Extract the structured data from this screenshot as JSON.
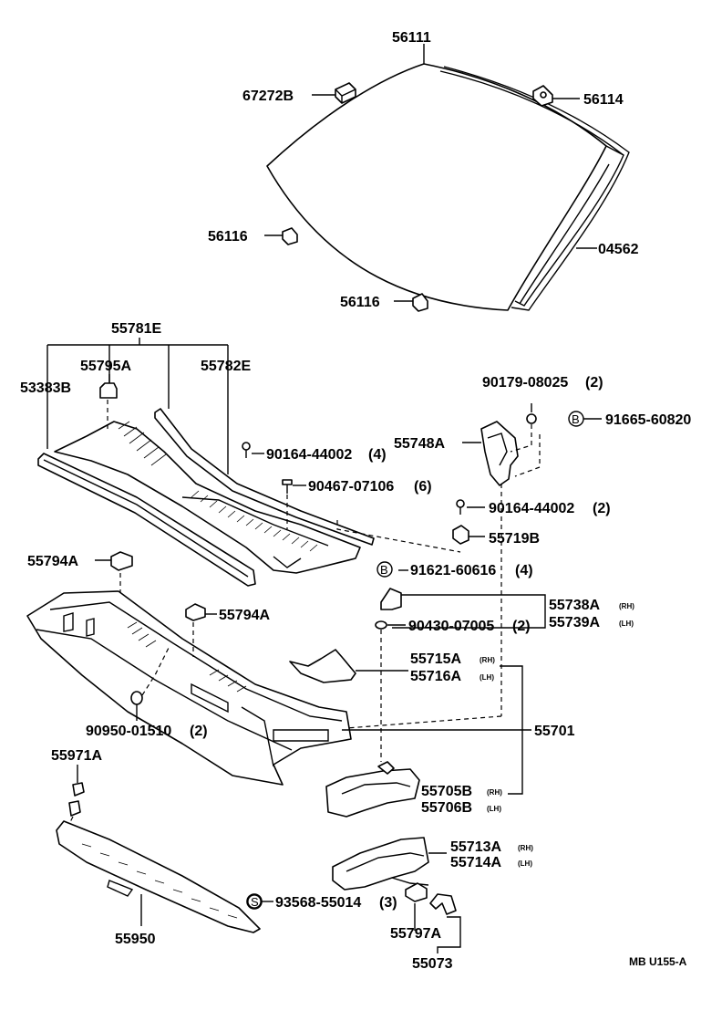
{
  "diagram": {
    "reference": "MB U155-A",
    "parts": {
      "p56111": "56111",
      "p67272B": "67272B",
      "p56114": "56114",
      "p56116a": "56116",
      "p04562": "04562",
      "p56116b": "56116",
      "p55781E": "55781E",
      "p55795A": "55795A",
      "p55782E": "55782E",
      "p53383B": "53383B",
      "p90179": "90179-08025",
      "p90179_qty": "(2)",
      "p91665": "91665-60820",
      "p55748A": "55748A",
      "p90164a": "90164-44002",
      "p90164a_qty": "(4)",
      "p90467": "90467-07106",
      "p90467_qty": "(6)",
      "p90164b": "90164-44002",
      "p90164b_qty": "(2)",
      "p55719B": "55719B",
      "p55794A_a": "55794A",
      "p91621": "91621-60616",
      "p91621_qty": "(4)",
      "p55794A_b": "55794A",
      "p55738A": "55738A",
      "p55739A": "55739A",
      "p90430": "90430-07005",
      "p90430_qty": "(2)",
      "p55715A": "55715A",
      "p55716A": "55716A",
      "p90950": "90950-01510",
      "p90950_qty": "(2)",
      "p55701": "55701",
      "p55971A": "55971A",
      "p55705B": "55705B",
      "p55706B": "55706B",
      "p55713A": "55713A",
      "p55714A": "55714A",
      "p93568": "93568-55014",
      "p93568_qty": "(3)",
      "p55950": "55950",
      "p55797A": "55797A",
      "p55073": "55073"
    },
    "side_marks": {
      "rh": "(RH)",
      "lh": "(LH)"
    },
    "circle_marks": {
      "b": "B",
      "s": "S"
    }
  }
}
